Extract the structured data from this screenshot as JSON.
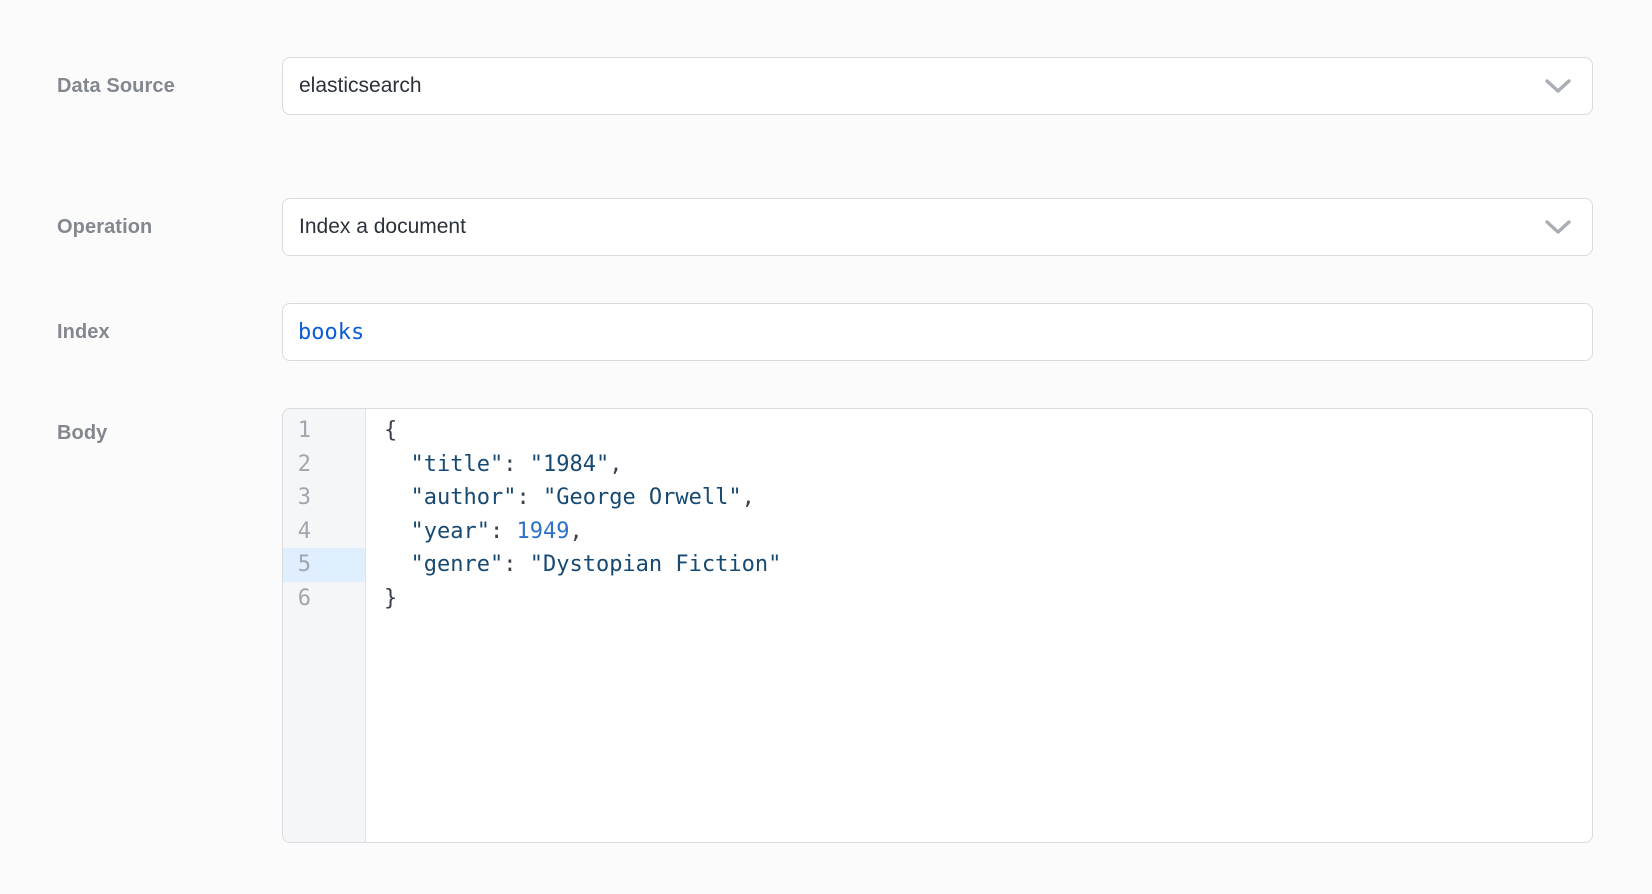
{
  "fields": [
    {
      "label": "Data Source",
      "type": "select",
      "value": "elasticsearch"
    },
    {
      "label": "Operation",
      "type": "select",
      "value": "Index a document"
    },
    {
      "label": "Index",
      "type": "text",
      "value": "books"
    },
    {
      "label": "Body",
      "type": "code"
    }
  ],
  "editor": {
    "active_line": "5",
    "lines": [
      {
        "num": "1",
        "tokens": [
          [
            "punct",
            "{"
          ]
        ]
      },
      {
        "num": "2",
        "tokens": [
          [
            "ws",
            "  "
          ],
          [
            "string",
            "\"title\""
          ],
          [
            "punct",
            ": "
          ],
          [
            "string",
            "\"1984\""
          ],
          [
            "punct",
            ","
          ]
        ]
      },
      {
        "num": "3",
        "tokens": [
          [
            "ws",
            "  "
          ],
          [
            "string",
            "\"author\""
          ],
          [
            "punct",
            ": "
          ],
          [
            "string",
            "\"George Orwell\""
          ],
          [
            "punct",
            ","
          ]
        ]
      },
      {
        "num": "4",
        "tokens": [
          [
            "ws",
            "  "
          ],
          [
            "string",
            "\"year\""
          ],
          [
            "punct",
            ": "
          ],
          [
            "number",
            "1949"
          ],
          [
            "punct",
            ","
          ]
        ]
      },
      {
        "num": "5",
        "tokens": [
          [
            "ws",
            "  "
          ],
          [
            "string",
            "\"genre\""
          ],
          [
            "punct",
            ": "
          ],
          [
            "string",
            "\"Dystopian Fiction\""
          ]
        ]
      },
      {
        "num": "6",
        "tokens": [
          [
            "punct",
            "}"
          ]
        ]
      }
    ]
  },
  "colors": {
    "string": "#174a73",
    "number": "#2d72c8",
    "punct": "#3a414d",
    "index_value": "#0b5cd8",
    "active_line_gutter": "#e0effd",
    "label": "#83878e",
    "border": "#d7dbe2"
  }
}
